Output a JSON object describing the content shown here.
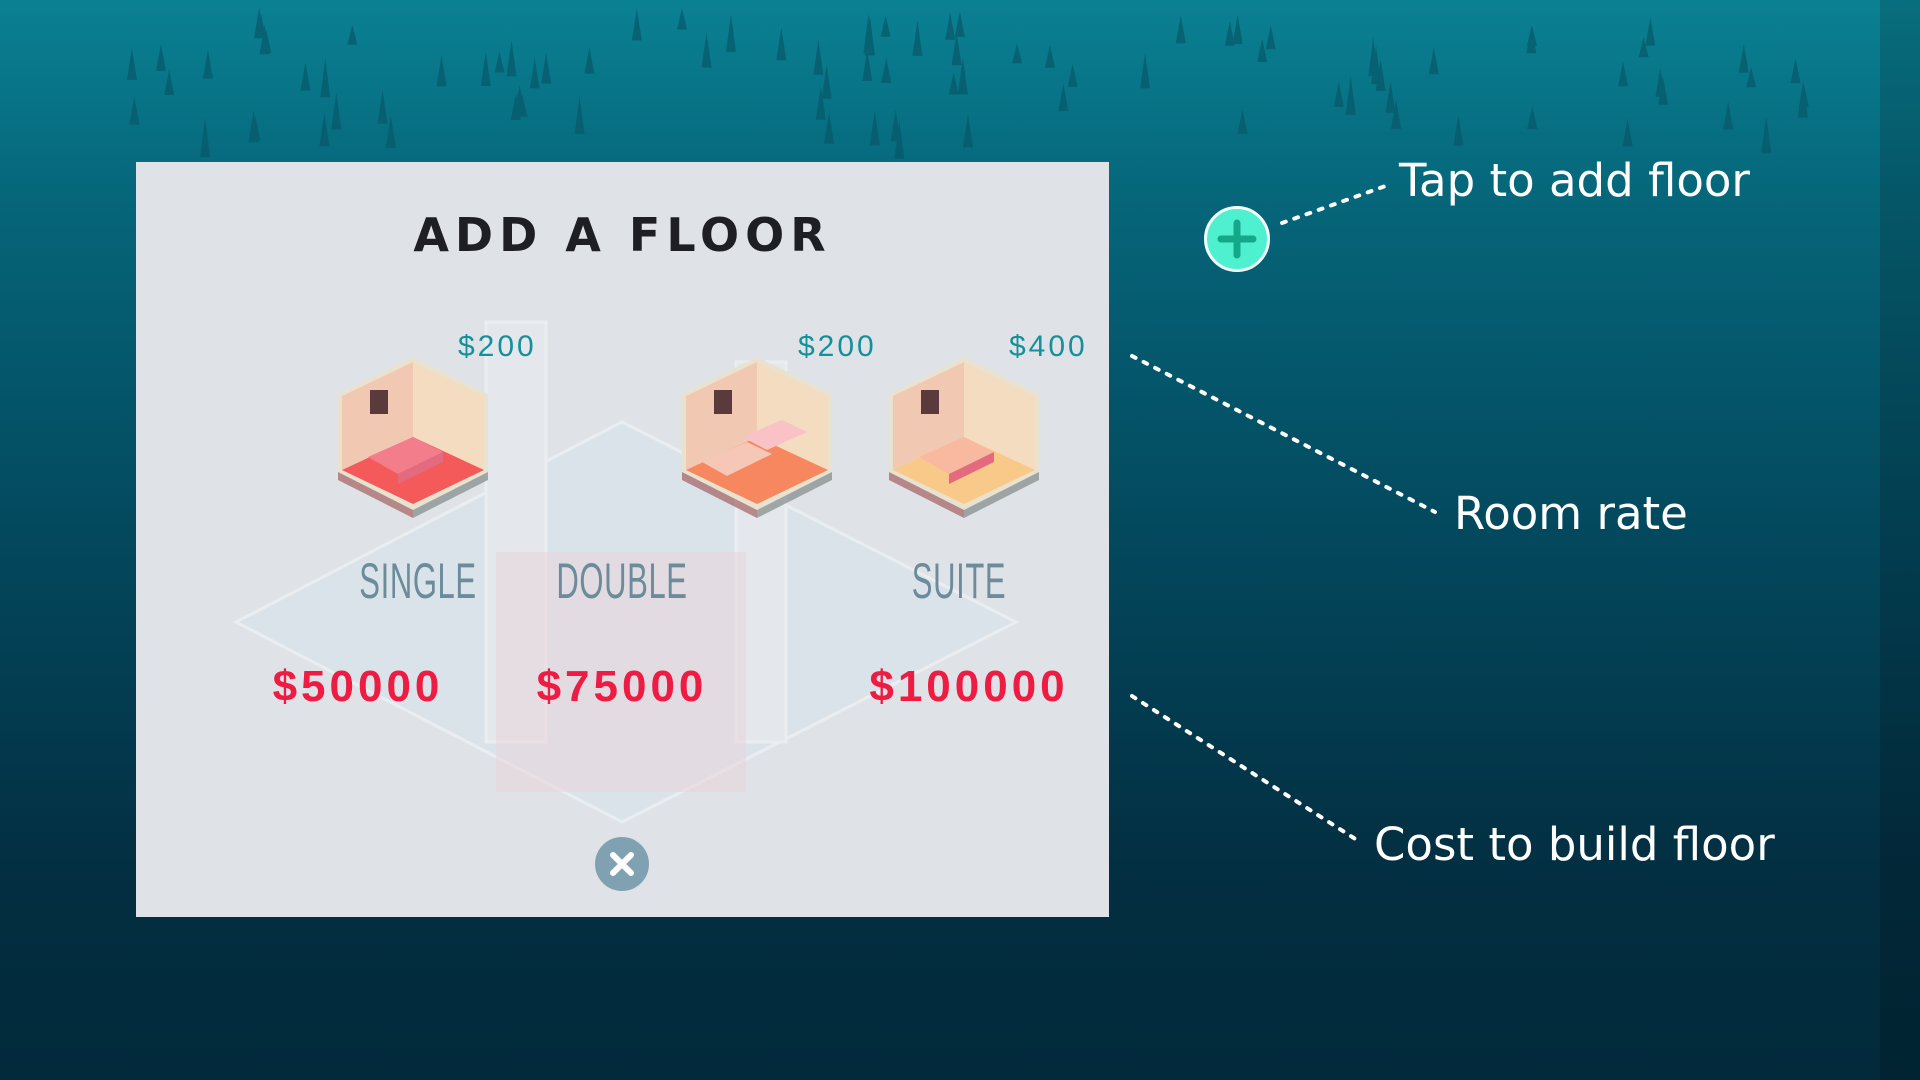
{
  "dialog": {
    "title": "ADD A FLOOR",
    "rooms": [
      {
        "name": "SINGLE",
        "rate": "$200",
        "cost": "$50000",
        "floor_color": "#f55a5a"
      },
      {
        "name": "DOUBLE",
        "rate": "$200",
        "cost": "$75000",
        "floor_color": "#f7875f"
      },
      {
        "name": "SUITE",
        "rate": "$400",
        "cost": "$100000",
        "floor_color": "#f9c98a"
      }
    ],
    "close_icon": "close-icon"
  },
  "add_floor_button": {
    "icon": "plus-icon",
    "color": "#4ff0d0"
  },
  "annotations": {
    "tap": "Tap to add floor",
    "rate": "Room rate",
    "cost": "Cost to build floor"
  }
}
